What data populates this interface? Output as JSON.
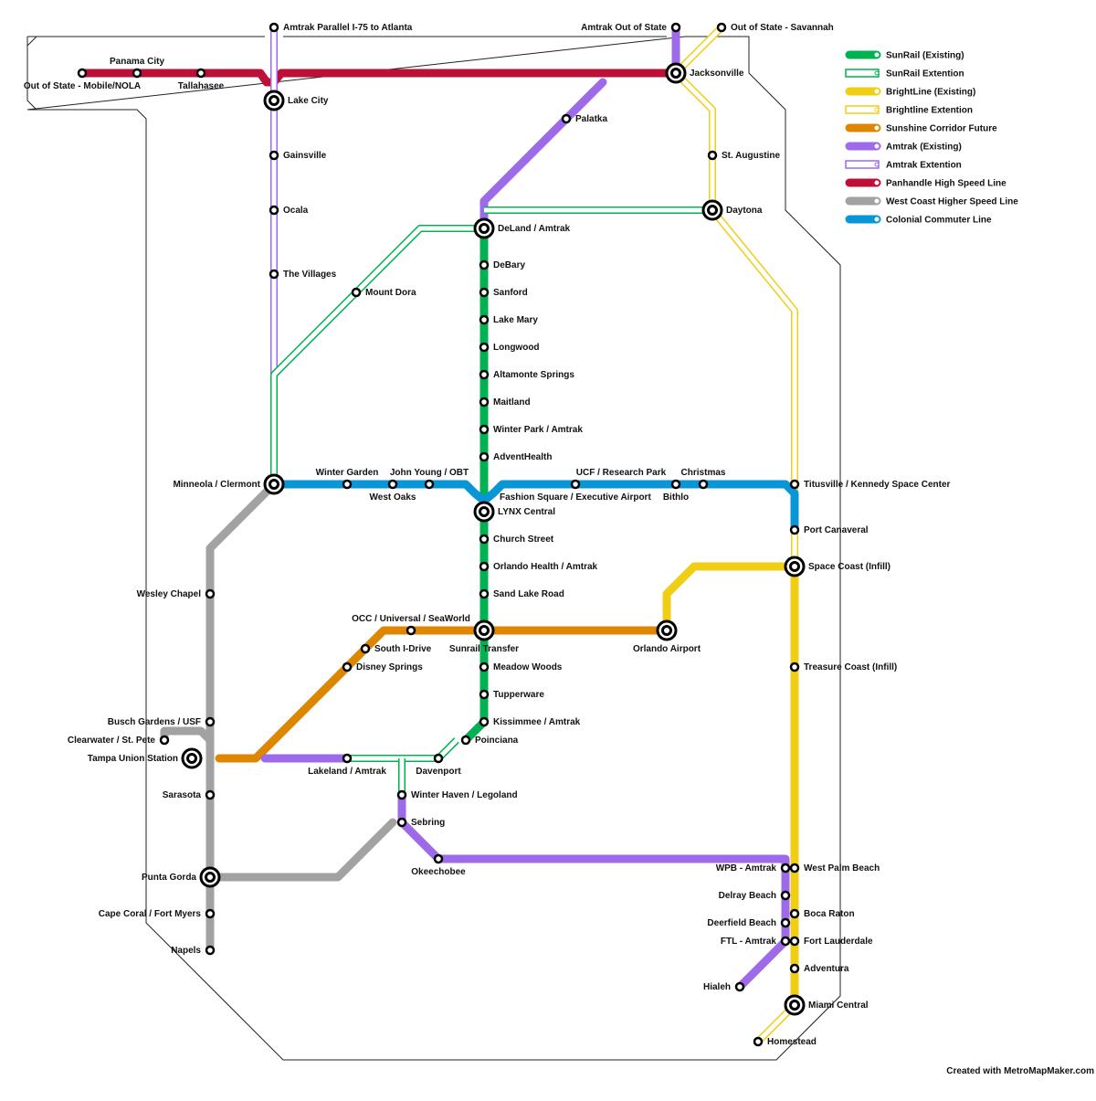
{
  "lines": [
    {
      "id": "sunrail",
      "name": "SunRail (Existing)",
      "color": "#00b251",
      "style": "solid"
    },
    {
      "id": "sunrail-ext",
      "name": "SunRail Extention",
      "color": "#00b251",
      "style": "hollow"
    },
    {
      "id": "brightline",
      "name": "BrightLine (Existing)",
      "color": "#f0ce15",
      "style": "solid"
    },
    {
      "id": "brightline-ext",
      "name": "Brightline Extention",
      "color": "#f0ce15",
      "style": "hollow"
    },
    {
      "id": "sunshine",
      "name": "Sunshine Corridor Future",
      "color": "#df8600",
      "style": "solid"
    },
    {
      "id": "amtrak",
      "name": "Amtrak (Existing)",
      "color": "#9d6ae9",
      "style": "solid"
    },
    {
      "id": "amtrak-ext",
      "name": "Amtrak Extention",
      "color": "#9d6ae9",
      "style": "hollow"
    },
    {
      "id": "panhandle",
      "name": "Panhandle High Speed Line",
      "color": "#bd1038",
      "style": "solid"
    },
    {
      "id": "westcoast",
      "name": "West Coast Higher Speed Line",
      "color": "#a2a2a2",
      "style": "solid"
    },
    {
      "id": "colonial",
      "name": "Colonial Commuter Line",
      "color": "#0896d7",
      "style": "solid"
    }
  ],
  "stations": [
    {
      "id": "mobile",
      "name": "Out  of State - Mobile/NOLA"
    },
    {
      "id": "panama",
      "name": "Panama City"
    },
    {
      "id": "tallahassee",
      "name": "Tallahasee"
    },
    {
      "id": "atlanta",
      "name": "Amtrak Parallel I-75 to Atlanta"
    },
    {
      "id": "lakecity",
      "name": "Lake City"
    },
    {
      "id": "gainesville",
      "name": "Gainsville"
    },
    {
      "id": "ocala",
      "name": "Ocala"
    },
    {
      "id": "villages",
      "name": "The Villages"
    },
    {
      "id": "mountdora",
      "name": "Mount Dora"
    },
    {
      "id": "amtrakoos",
      "name": "Amtrak Out of State"
    },
    {
      "id": "savannah",
      "name": "Out of State - Savannah"
    },
    {
      "id": "jacksonville",
      "name": "Jacksonville"
    },
    {
      "id": "palatka",
      "name": "Palatka"
    },
    {
      "id": "staugustine",
      "name": "St. Augustine"
    },
    {
      "id": "daytona",
      "name": "Daytona"
    },
    {
      "id": "deland",
      "name": "DeLand / Amtrak"
    },
    {
      "id": "debary",
      "name": "DeBary"
    },
    {
      "id": "sanford",
      "name": "Sanford"
    },
    {
      "id": "lakemary",
      "name": "Lake Mary"
    },
    {
      "id": "longwood",
      "name": "Longwood"
    },
    {
      "id": "altamonte",
      "name": "Altamonte Springs"
    },
    {
      "id": "maitland",
      "name": "Maitland"
    },
    {
      "id": "winterpark",
      "name": "Winter Park / Amtrak"
    },
    {
      "id": "adventhealth",
      "name": "AdventHealth"
    },
    {
      "id": "minneola",
      "name": "Minneola / Clermont"
    },
    {
      "id": "wintergarden",
      "name": "Winter Garden"
    },
    {
      "id": "westoaks",
      "name": "West Oaks"
    },
    {
      "id": "johnyoung",
      "name": "John Young / OBT"
    },
    {
      "id": "lynx",
      "name": "LYNX Central"
    },
    {
      "id": "fashion",
      "name": "Fashion Square / Executive Airport"
    },
    {
      "id": "ucf",
      "name": "UCF / Research Park"
    },
    {
      "id": "bithlo",
      "name": "Bithlo"
    },
    {
      "id": "christmas",
      "name": "Christmas"
    },
    {
      "id": "titusville",
      "name": "Titusville / Kennedy Space Center"
    },
    {
      "id": "portcanaveral",
      "name": "Port Canaveral"
    },
    {
      "id": "spacecoast",
      "name": "Space Coast (Infill)"
    },
    {
      "id": "churchst",
      "name": "Church Street"
    },
    {
      "id": "orlandohealth",
      "name": "Orlando Health / Amtrak"
    },
    {
      "id": "sandlake",
      "name": "Sand Lake Road"
    },
    {
      "id": "occ",
      "name": "OCC / Universal / SeaWorld"
    },
    {
      "id": "southidrive",
      "name": "South I-Drive"
    },
    {
      "id": "disney",
      "name": "Disney Springs"
    },
    {
      "id": "sunrailtransfer",
      "name": "Sunrail Transfer"
    },
    {
      "id": "orlandoairport",
      "name": "Orlando Airport"
    },
    {
      "id": "meadowwoods",
      "name": "Meadow Woods"
    },
    {
      "id": "tupperware",
      "name": "Tupperware"
    },
    {
      "id": "kissimmee",
      "name": "Kissimmee / Amtrak"
    },
    {
      "id": "poinciana",
      "name": "Poinciana"
    },
    {
      "id": "treasurecoast",
      "name": "Treasure Coast (Infill)"
    },
    {
      "id": "wesleychapel",
      "name": "Wesley Chapel"
    },
    {
      "id": "buschgardens",
      "name": "Busch Gardens / USF"
    },
    {
      "id": "clearwater",
      "name": "Clearwater / St. Pete"
    },
    {
      "id": "tampa",
      "name": "Tampa Union Station"
    },
    {
      "id": "sarasota",
      "name": "Sarasota"
    },
    {
      "id": "puntagorda",
      "name": "Punta Gorda"
    },
    {
      "id": "capecoral",
      "name": "Cape Coral / Fort Myers"
    },
    {
      "id": "naples",
      "name": "Napels"
    },
    {
      "id": "lakeland",
      "name": "Lakeland / Amtrak"
    },
    {
      "id": "davenport",
      "name": "Davenport"
    },
    {
      "id": "winterhaven",
      "name": "Winter Haven / Legoland"
    },
    {
      "id": "sebring",
      "name": "Sebring"
    },
    {
      "id": "okeechobee",
      "name": "Okeechobee"
    },
    {
      "id": "wpbamtrak",
      "name": "WPB - Amtrak"
    },
    {
      "id": "westpalm",
      "name": "West Palm Beach"
    },
    {
      "id": "delray",
      "name": "Delray Beach"
    },
    {
      "id": "bocaraton",
      "name": "Boca Raton"
    },
    {
      "id": "deerfield",
      "name": "Deerfield Beach"
    },
    {
      "id": "ftlamtrak",
      "name": "FTL - Amtrak"
    },
    {
      "id": "fortlauderdale",
      "name": "Fort Lauderdale"
    },
    {
      "id": "adventura",
      "name": "Adventura"
    },
    {
      "id": "hialeh",
      "name": "Hialeh"
    },
    {
      "id": "miami",
      "name": "Miami Central"
    },
    {
      "id": "homestead",
      "name": "Homestead"
    }
  ],
  "credit": "Created with MetroMapMaker.com"
}
